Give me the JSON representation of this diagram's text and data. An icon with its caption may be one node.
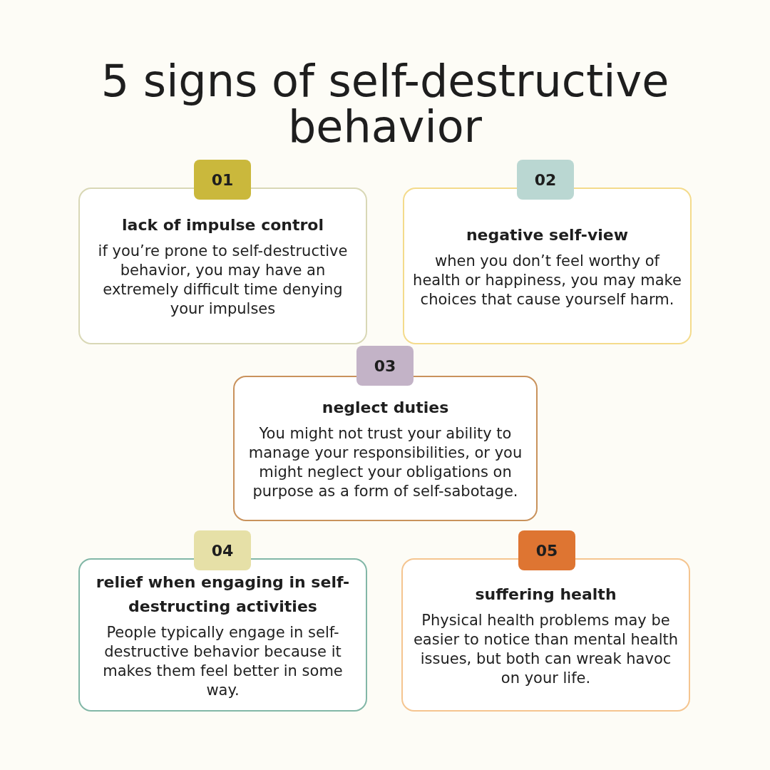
{
  "diagram": {
    "title": "5 signs of self-destructive behavior",
    "nodes": [
      {
        "text": [
          "01"
        ]
      },
      {
        "text": [
          "lack of impulse control",
          "if you’re prone to self-destructive behavior, you may have an extremely difficult time denying your impulses"
        ]
      },
      {
        "text": [
          "02"
        ]
      },
      {
        "text": [
          "negative self-view",
          "when you don’t feel worthy of health or happiness, you may make choices that cause yourself harm."
        ]
      },
      {
        "text": [
          "03"
        ]
      },
      {
        "text": [
          "neglect duties",
          "You might not trust your ability to manage your responsibilities, or you might neglect your obligations on purpose as a form of self-sabotage."
        ]
      },
      {
        "text": [
          "04"
        ]
      },
      {
        "text": [
          "relief when engaging in self-destructing activities",
          "People typically engage in self-destructive behavior because it makes them feel better in some way."
        ]
      },
      {
        "text": [
          "05"
        ]
      },
      {
        "text": [
          "suffering health",
          "Physical health problems may be easier to notice than mental health issues, but both can wreak havoc on your life."
        ]
      }
    ],
    "edges": []
  }
}
